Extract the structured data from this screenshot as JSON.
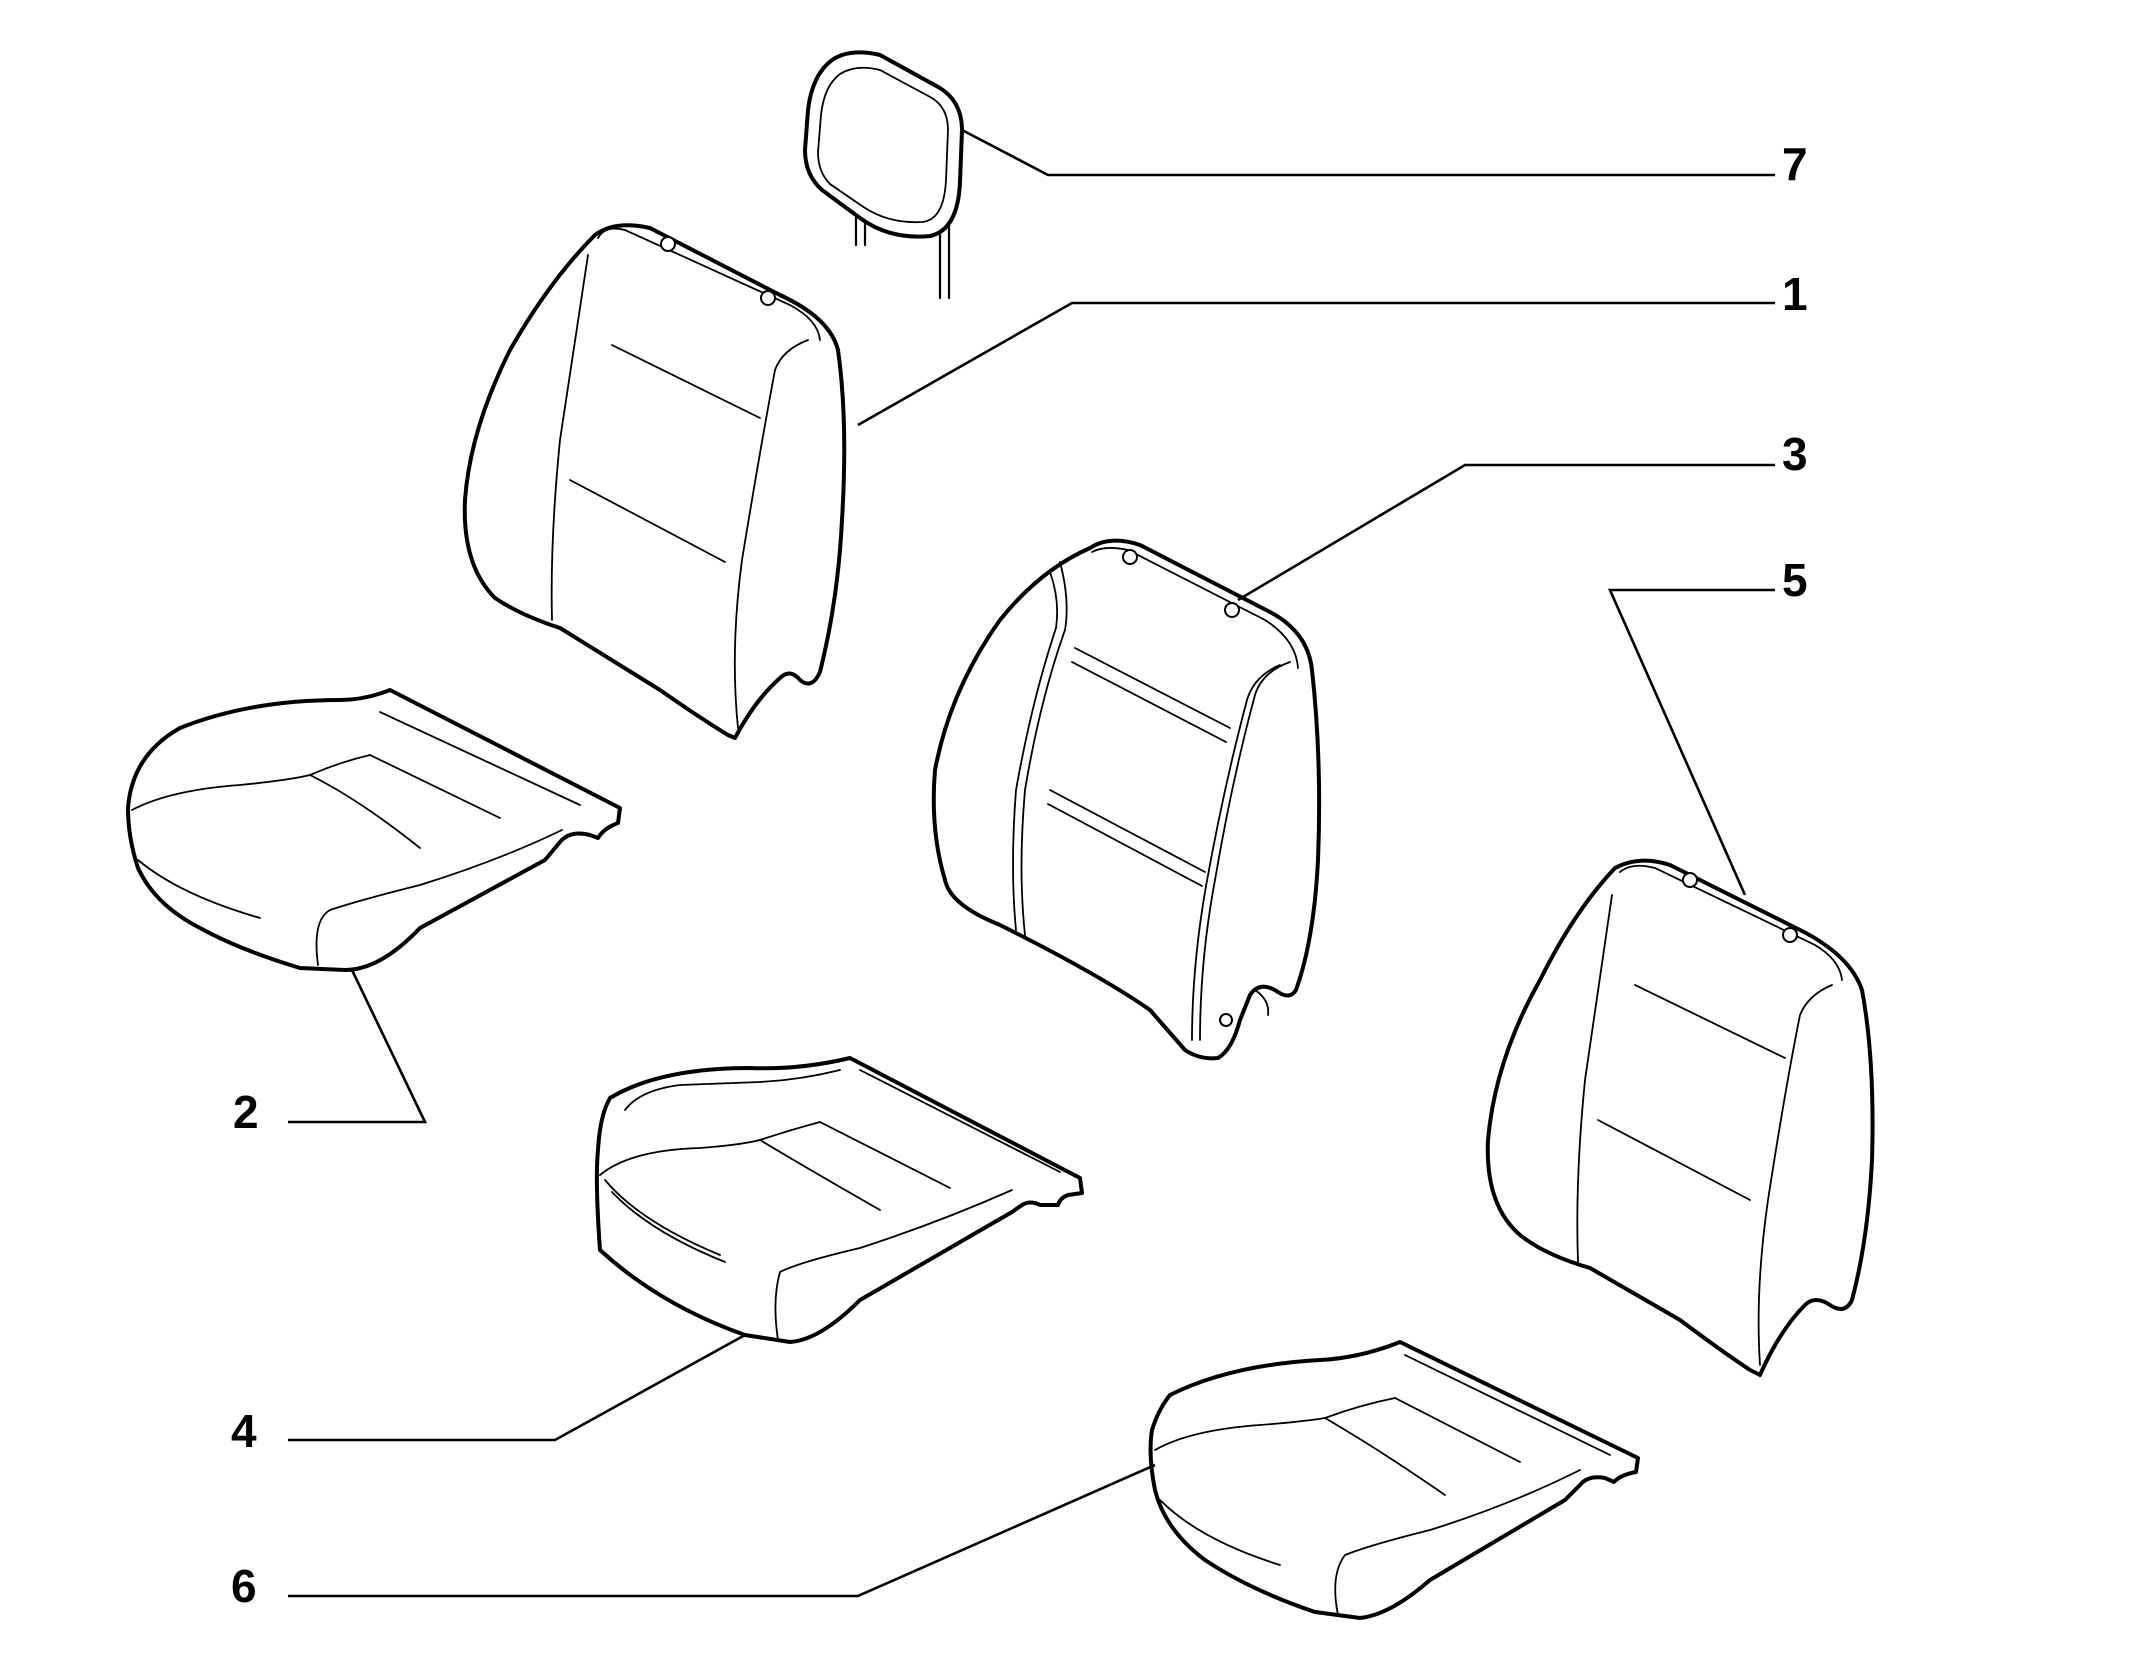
{
  "callouts": [
    {
      "id": "7",
      "label": "7"
    },
    {
      "id": "1",
      "label": "1"
    },
    {
      "id": "3",
      "label": "3"
    },
    {
      "id": "5",
      "label": "5"
    },
    {
      "id": "2",
      "label": "2"
    },
    {
      "id": "4",
      "label": "4"
    },
    {
      "id": "6",
      "label": "6"
    }
  ],
  "colors": {
    "line": "#000000",
    "background": "#ffffff"
  }
}
